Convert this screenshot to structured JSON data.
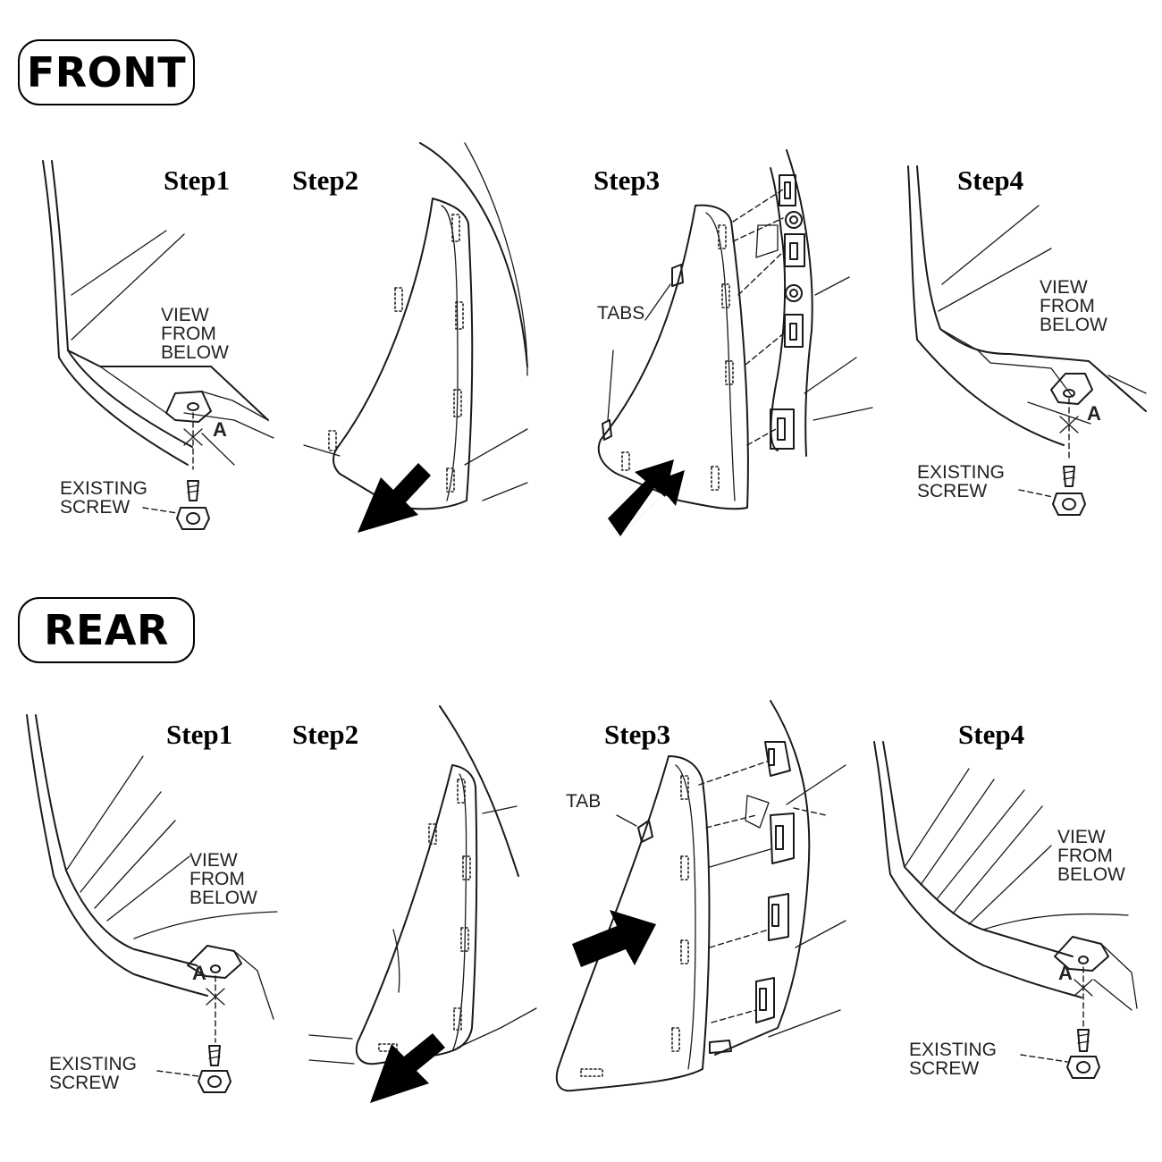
{
  "sections": {
    "front": {
      "title": "FRONT",
      "steps": [
        "Step1",
        "Step2",
        "Step3",
        "Step4"
      ],
      "step1": {
        "view_label": [
          "VIEW",
          "FROM",
          "BELOW"
        ],
        "point": "A",
        "screw_label": [
          "EXISTING",
          "SCREW"
        ]
      },
      "step3": {
        "tabs_label": "TABS"
      },
      "step4": {
        "view_label": [
          "VIEW",
          "FROM",
          "BELOW"
        ],
        "point": "A",
        "screw_label": [
          "EXISTING",
          "SCREW"
        ]
      }
    },
    "rear": {
      "title": "REAR",
      "steps": [
        "Step1",
        "Step2",
        "Step3",
        "Step4"
      ],
      "step1": {
        "view_label": [
          "VIEW",
          "FROM",
          "BELOW"
        ],
        "point": "A",
        "screw_label": [
          "EXISTING",
          "SCREW"
        ]
      },
      "step3": {
        "tab_label": "TAB"
      },
      "step4": {
        "view_label": [
          "VIEW",
          "FROM",
          "BELOW"
        ],
        "point": "A",
        "screw_label": [
          "EXISTING",
          "SCREW"
        ]
      }
    }
  },
  "colors": {
    "line": "#1a1a1a",
    "arrow": "#000000",
    "background": "#ffffff"
  },
  "icons": [
    "screw-icon",
    "removal-arrow-icon",
    "install-arrow-icon"
  ]
}
